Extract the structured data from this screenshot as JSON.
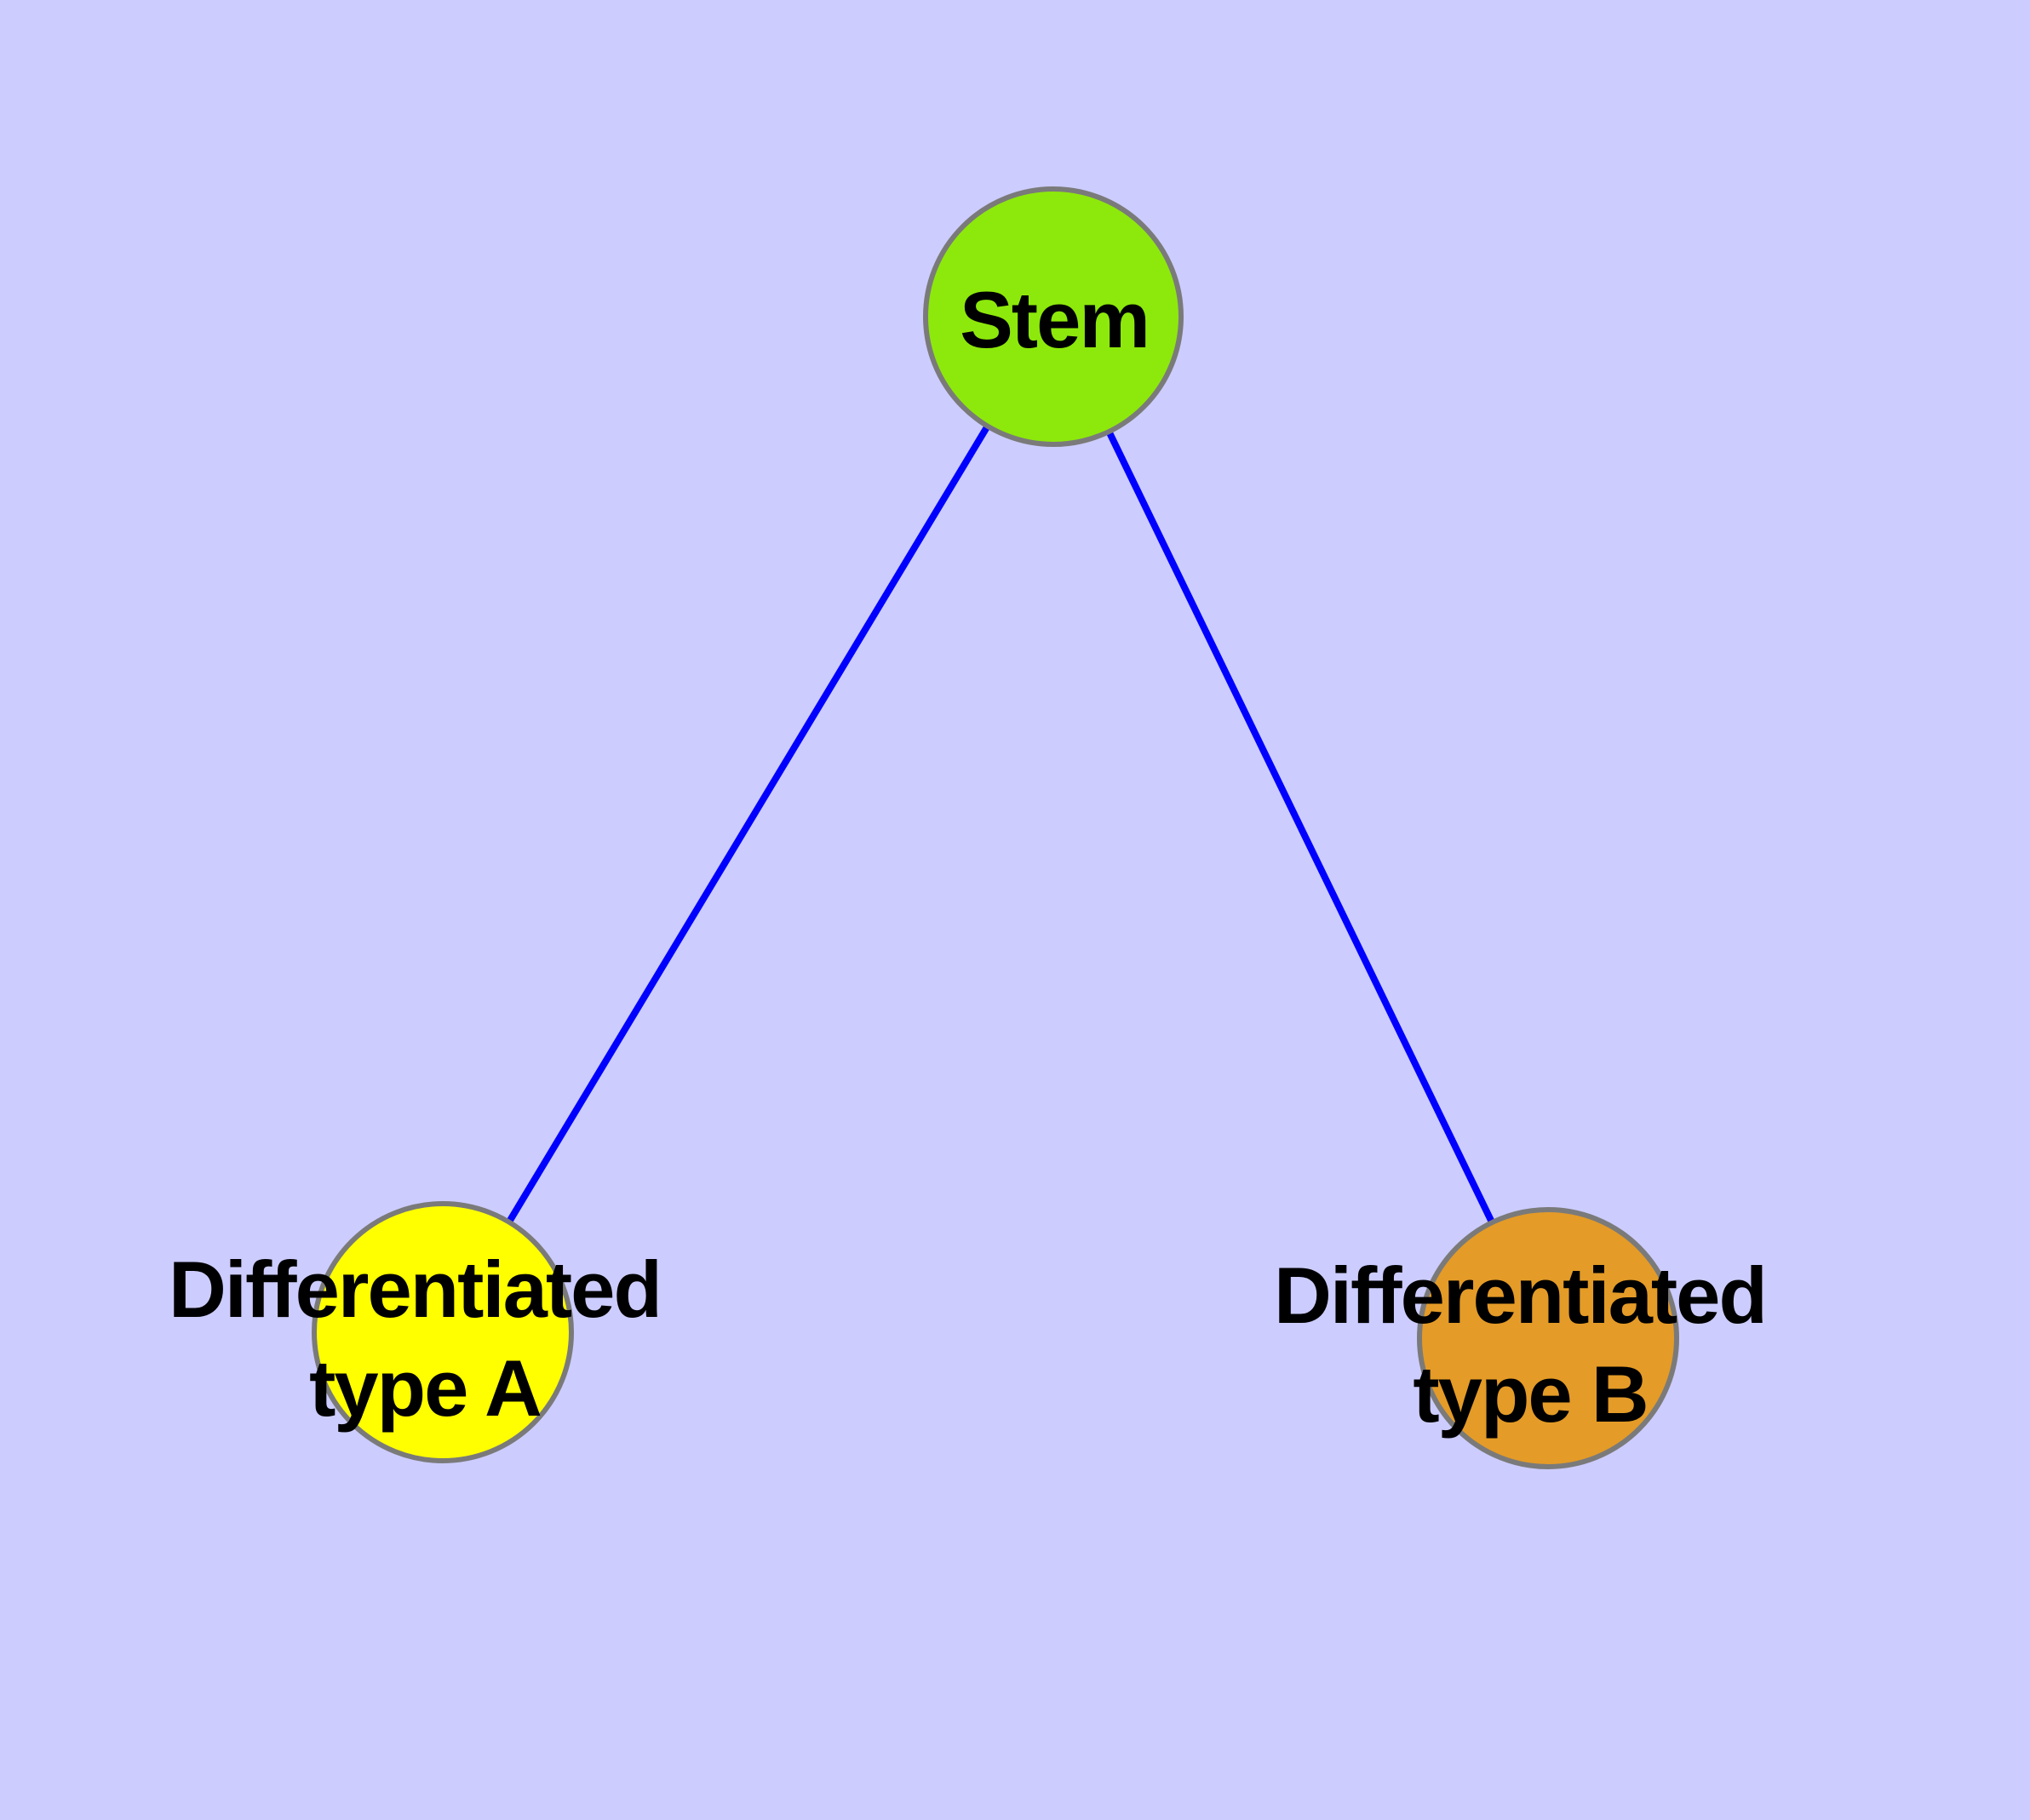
{
  "diagram": {
    "type": "node-link-graph",
    "background_color": "#CCCCFF",
    "edge_color": "#0000FF",
    "node_border_color": "#7A7A7A",
    "label_color": "#000000",
    "nodes": {
      "stem": {
        "label": "Stem",
        "color": "#8DE90B"
      },
      "type_a": {
        "label_line1": "Differentiated",
        "label_line2": "type A",
        "color": "#FFFF00"
      },
      "type_b": {
        "label_line1": "Differentiated",
        "label_line2": "type B",
        "color": "#E49B27"
      }
    },
    "edges": [
      {
        "from": "Stem",
        "to": "Differentiated type A"
      },
      {
        "from": "Stem",
        "to": "Differentiated type B"
      }
    ]
  }
}
